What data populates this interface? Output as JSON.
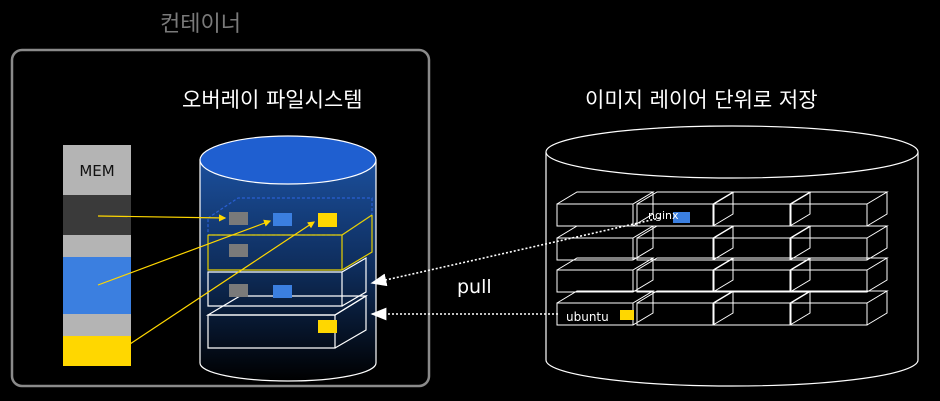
{
  "labels": {
    "container": "컨테이너",
    "overlay_fs": "오버레이 파일시스템",
    "image_store": "이미지 레이어 단위로 저장",
    "mem": "MEM",
    "pull": "pull",
    "nginx": "nginx",
    "ubuntu": "ubuntu"
  },
  "colors": {
    "dark_block": "#3a3a3a",
    "light_block": "#b4b4b4",
    "blue_block": "#3b7fe0",
    "yellow_block": "#ffd700",
    "cylinder_top": "#1f5fd0",
    "container_border": "#8a8a8a"
  }
}
